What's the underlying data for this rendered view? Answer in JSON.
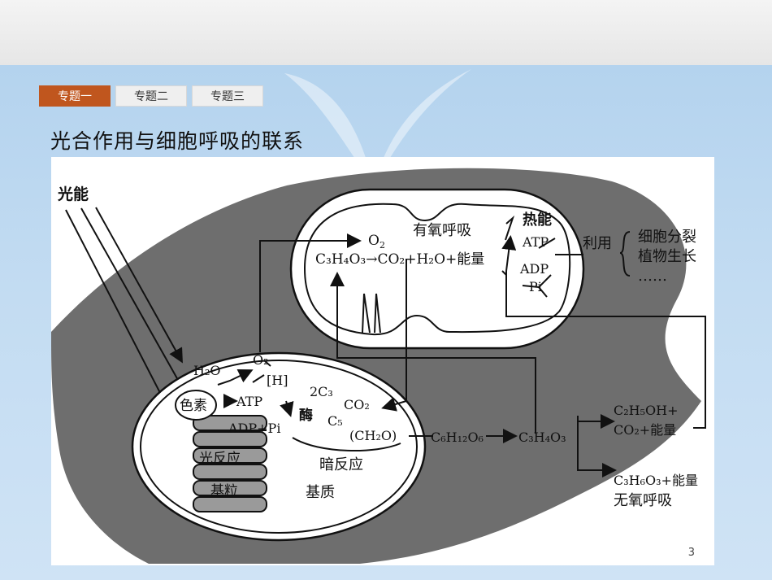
{
  "tabs": [
    {
      "label": "专题一",
      "active": true
    },
    {
      "label": "专题二",
      "active": false
    },
    {
      "label": "专题三",
      "active": false
    }
  ],
  "title": "光合作用与细胞呼吸的联系",
  "page_number": "3",
  "diagram": {
    "light_energy": "光能",
    "o2": "O",
    "o2_sub": "2",
    "aerobic": "有氧呼吸",
    "heat": "热能",
    "atp": "ATP",
    "adp": "ADP",
    "pi": "Pi",
    "use": "利用",
    "use_items": [
      "细胞分裂",
      "植物生长",
      "……"
    ],
    "mito_eq": "C₃H₄O₃→CO₂+H₂O+能量",
    "h2o": "H₂O",
    "o2_chloro": "O₂",
    "h": "[H]",
    "pigment": "色素",
    "atp_chloro": "ATP",
    "adp_pi": "ADP+Pi",
    "c3": "2C₃",
    "enzyme": "酶",
    "c5": "C₅",
    "co2": "CO₂",
    "ch2o": "(CH₂O)",
    "light_reaction": "光反应",
    "grana": "基粒",
    "dark_reaction": "暗反应",
    "stroma": "基质",
    "glucose": "C₆H₁₂O₆",
    "pyruvate": "C₃H₄O₃",
    "ethanol_1": "C₂H₅OH+",
    "ethanol_2": "CO₂+能量",
    "lactic": "C₃H₆O₃+能量",
    "anaerobic": "无氧呼吸"
  }
}
